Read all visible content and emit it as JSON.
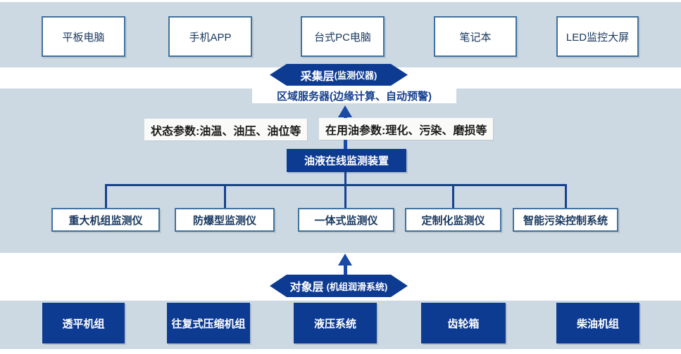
{
  "palette": {
    "band_bg": "#cdd9e2",
    "dark_blue_fill": "#0d3b92",
    "steel_border": "#41719c",
    "navy_text": "#17375e",
    "connector_blue": "#17418f",
    "arrow_blue": "#1a4aa5",
    "label_bg": "#fafaf8"
  },
  "terminal_layer": {
    "items": [
      "平板电脑",
      "手机APP",
      "台式PC电脑",
      "笔记本",
      "LED监控大屏"
    ]
  },
  "collection_layer": {
    "title": "采集层",
    "subtitle": "(监测仪器)"
  },
  "server": {
    "label": "区域服务器(边缘计算、自动预警)"
  },
  "parameters": {
    "left": "状态参数:油温、油压、油位等",
    "right": "在用油参数:理化、污染、磨损等"
  },
  "device": {
    "label": "油液在线监测装置"
  },
  "monitors": {
    "items": [
      "重大机组监测仪",
      "防爆型监测仪",
      "一体式监测仪",
      "定制化监测仪",
      "智能污染控制系统"
    ]
  },
  "object_layer": {
    "title": "对象层",
    "subtitle": "(机组润滑系统)"
  },
  "equipment": {
    "items": [
      "透平机组",
      "往复式压缩机组",
      "液压系统",
      "齿轮箱",
      "柴油机组"
    ]
  }
}
